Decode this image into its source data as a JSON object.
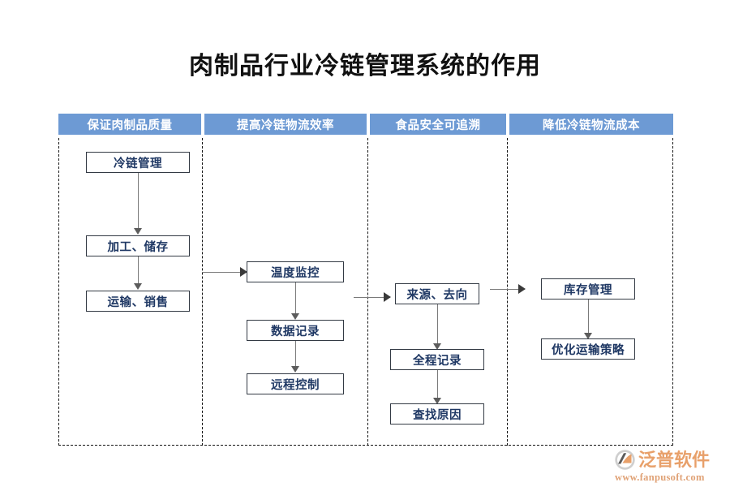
{
  "page": {
    "title": "肉制品行业冷链管理系统的作用",
    "background_color": "#ffffff"
  },
  "theme": {
    "header_bar_color": "#6d9ad4",
    "header_text_color": "#ffffff",
    "box_text_color": "#1f3864",
    "box_border_color": "#333a44",
    "connector_color": "#7a7a7a",
    "divider_color": "#151515",
    "logo_color": "#e8a06a"
  },
  "columns": [
    {
      "header": "保证肉制品质量",
      "nodes": [
        {
          "label": "冷链管理"
        },
        {
          "label": "加工、储存"
        },
        {
          "label": "运输、销售"
        }
      ]
    },
    {
      "header": "提高冷链物流效率",
      "nodes": [
        {
          "label": "温度监控"
        },
        {
          "label": "数据记录"
        },
        {
          "label": "远程控制"
        }
      ]
    },
    {
      "header": "食品安全可追溯",
      "nodes": [
        {
          "label": "来源、去向"
        },
        {
          "label": "全程记录"
        },
        {
          "label": "查找原因"
        }
      ]
    },
    {
      "header": "降低冷链物流成本",
      "nodes": [
        {
          "label": "库存管理"
        },
        {
          "label": "优化运输策略"
        }
      ]
    }
  ],
  "logo": {
    "name": "泛普软件",
    "url": "www.fanpusoft.com"
  }
}
